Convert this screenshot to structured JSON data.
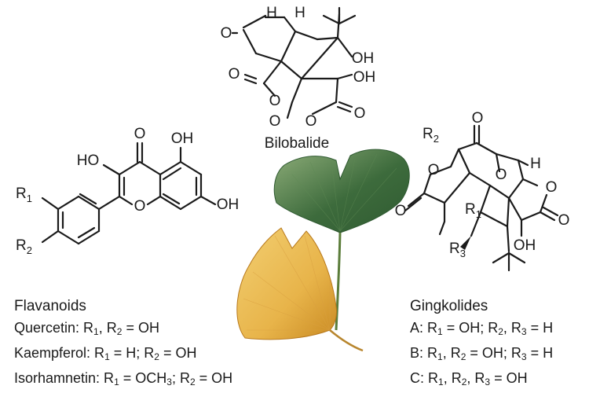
{
  "bilobalide": {
    "caption": "Bilobalide",
    "atoms": {
      "o1": "O",
      "h1": "H",
      "oh1": "OH",
      "oh2": "OH",
      "o2": "O",
      "o3": "O",
      "o4": "O",
      "o5": "O",
      "h2": "H",
      "o6": "O"
    }
  },
  "flavonoid": {
    "atoms": {
      "o_top": "O",
      "oh5": "OH",
      "ho3": "HO",
      "r1": "R",
      "r1_sub": "1",
      "r2": "R",
      "r2_sub": "2",
      "o_ring": "O",
      "oh7": "OH"
    },
    "legend": {
      "title": "Flavanoids",
      "rows": [
        {
          "parts": [
            "Quercetin: R",
            "1",
            ", R",
            "2",
            " = OH"
          ]
        },
        {
          "parts": [
            "Kaempferol: R",
            "1",
            " = H; R",
            "2",
            " = OH"
          ]
        },
        {
          "parts": [
            "Isorhamnetin: R",
            "1",
            " = OCH",
            "3",
            "; R",
            "2",
            " = OH"
          ]
        }
      ]
    }
  },
  "ginkgolide": {
    "atoms": {
      "r2": "R",
      "r2_sub": "2",
      "o_top": "O",
      "h": "H",
      "o_a": "O",
      "o_b": "O",
      "o_c": "O",
      "r1": "R",
      "r1_sub": "1",
      "o_r": "O",
      "o_r2": "O",
      "r3": "R",
      "r3_sub": "3",
      "oh": "OH"
    },
    "legend": {
      "title": "Gingkolides",
      "rows": [
        {
          "parts": [
            "A: R",
            "1",
            " = OH; R",
            "2",
            ", R",
            "3",
            " = H"
          ]
        },
        {
          "parts": [
            "B: R",
            "1",
            ", R",
            "2",
            " = OH; R",
            "3",
            " = H"
          ]
        },
        {
          "parts": [
            "C: R",
            "1",
            ", R",
            "2",
            ", R",
            "3",
            " = OH"
          ]
        }
      ]
    }
  },
  "colors": {
    "leaf_green_dark": "#3d6b3c",
    "leaf_green_light": "#8fae7a",
    "leaf_yellow": "#e8b44a",
    "leaf_yellow_dark": "#c98a22",
    "stem": "#5b7d3a"
  }
}
